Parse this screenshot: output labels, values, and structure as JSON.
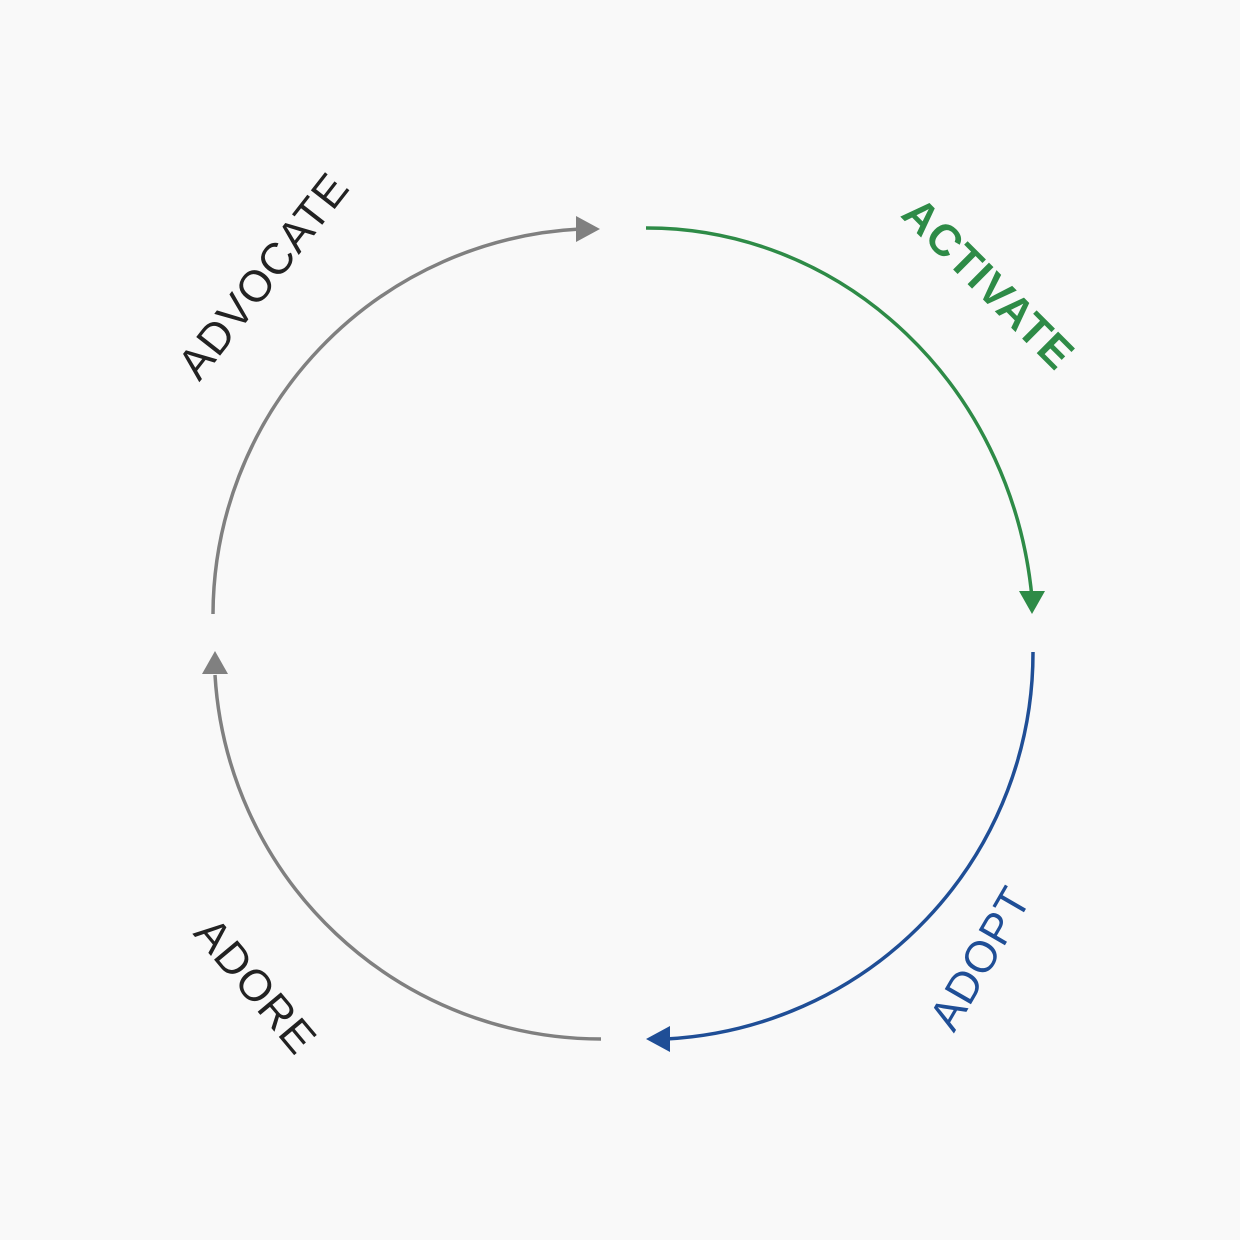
{
  "stages": [
    {
      "id": "activate",
      "label": "ACTIVATE",
      "color": "#2e8b47"
    },
    {
      "id": "adopt",
      "label": "ADOPT",
      "color": "#1f4e96"
    },
    {
      "id": "adore",
      "label": "ADORE",
      "color": "#222222"
    },
    {
      "id": "advocate",
      "label": "ADVOCATE",
      "color": "#222222"
    }
  ],
  "arc_colors": {
    "activate": "#2e8b47",
    "adopt": "#1f4e96",
    "adore": "#808080",
    "advocate": "#808080"
  },
  "background": "#f9f9f9"
}
